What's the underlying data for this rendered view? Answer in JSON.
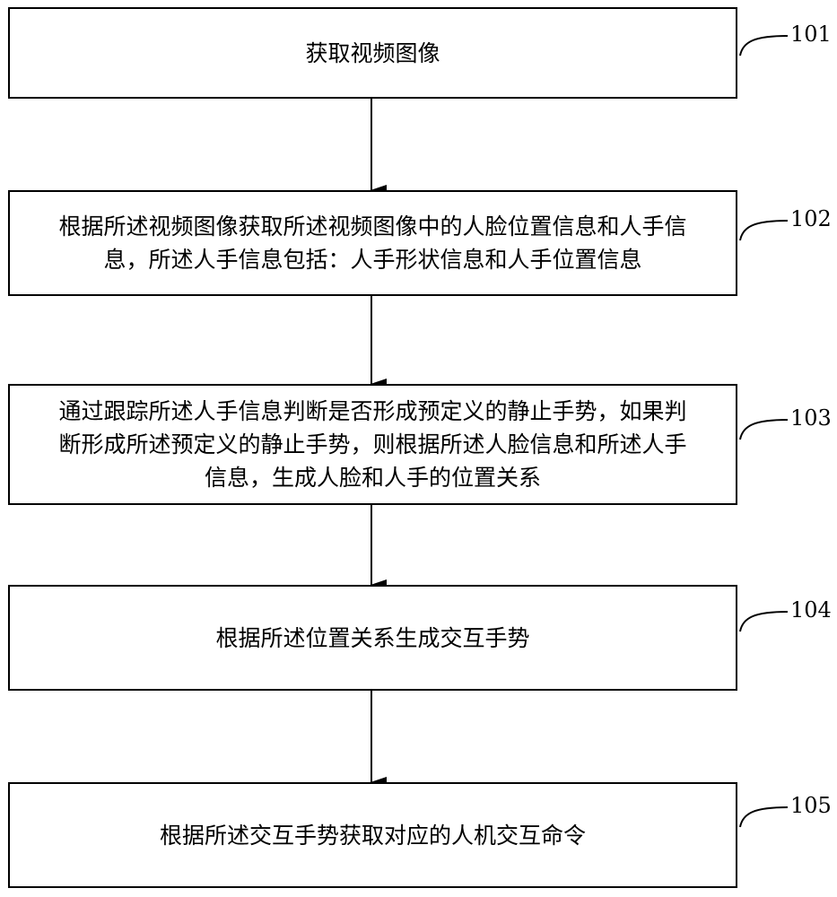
{
  "steps": [
    {
      "id": "101",
      "text": "获取视频图像"
    },
    {
      "id": "102",
      "text": "根据所述视频图像获取所述视频图像中的人脸位置信息和人手信\n息，所述人手信息包括：人手形状信息和人手位置信息"
    },
    {
      "id": "103",
      "text": "通过跟踪所述人手信息判断是否形成预定义的静止手势，如果判\n断形成所述预定义的静止手势，则根据所述人脸信息和所述人手\n信息，生成人脸和人手的位置关系"
    },
    {
      "id": "104",
      "text": "根据所述位置关系生成交互手势"
    },
    {
      "id": "105",
      "text": "根据所述交互手势获取对应的人机交互命令"
    }
  ]
}
